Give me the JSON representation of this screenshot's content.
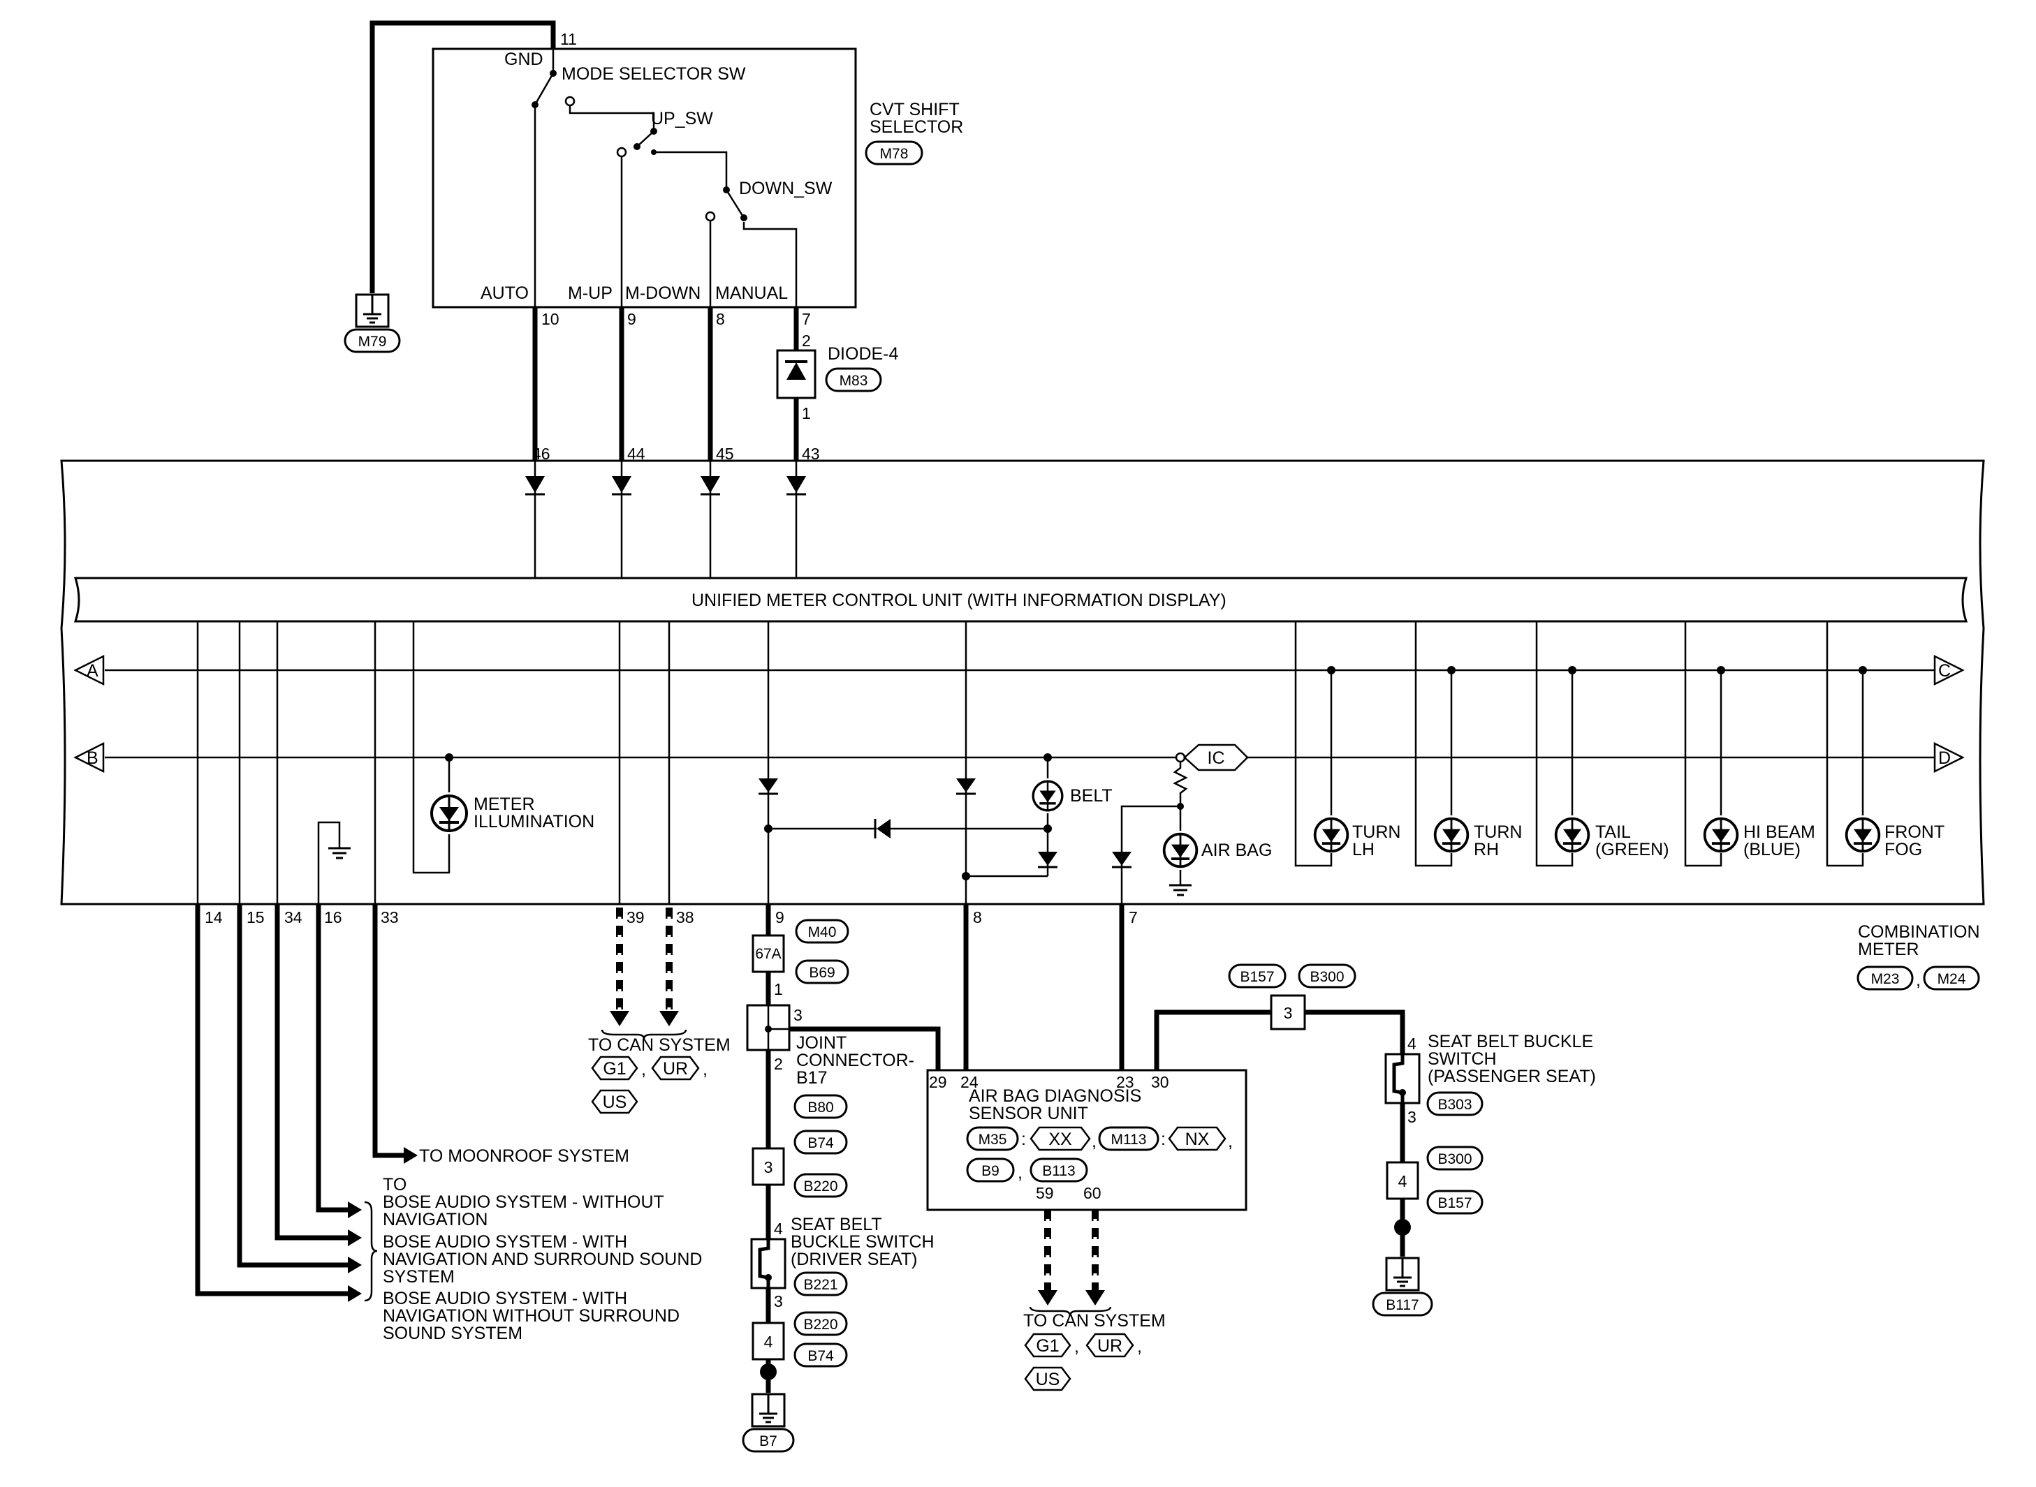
{
  "cvt": {
    "title1": "CVT SHIFT",
    "title2": "SELECTOR",
    "conn": "M78",
    "gnd_label": "GND",
    "mode_sw": "MODE SELECTOR SW",
    "up_sw": "UP_SW",
    "down_sw": "DOWN_SW",
    "auto": "AUTO",
    "mup": "M-UP",
    "mdown": "M-DOWN",
    "manual": "MANUAL",
    "pin11": "11",
    "pin10": "10",
    "pin9": "9",
    "pin8": "8",
    "pin7": "7"
  },
  "ground_m79": "M79",
  "diode4": {
    "label": "DIODE-4",
    "conn": "M83",
    "pin2": "2",
    "pin1": "1"
  },
  "meter_pins_top": {
    "p46": "46",
    "p44": "44",
    "p45": "45",
    "p43": "43"
  },
  "umcu_label": "UNIFIED METER CONTROL UNIT (WITH INFORMATION DISPLAY)",
  "bus": {
    "a": "A",
    "b": "B",
    "c": "C",
    "d": "D",
    "ic": "IC"
  },
  "lamps": {
    "meter1": "METER",
    "meter2": "ILLUMINATION",
    "belt": "BELT",
    "airbag": "AIR BAG",
    "turnlh1": "TURN",
    "turnlh2": "LH",
    "turnrh1": "TURN",
    "turnrh2": "RH",
    "tail1": "TAIL",
    "tail2": "(GREEN)",
    "hibeam1": "HI BEAM",
    "hibeam2": "(BLUE)",
    "fog1": "FRONT",
    "fog2": "FOG"
  },
  "meter_pins_bottom": {
    "p14": "14",
    "p15": "15",
    "p34": "34",
    "p16": "16",
    "p33": "33",
    "p39": "39",
    "p38": "38",
    "p9": "9",
    "p8": "8",
    "p7": "7"
  },
  "combination": {
    "line1": "COMBINATION",
    "line2": "METER",
    "c1": "M23",
    "c2": "M24",
    "sep": ","
  },
  "can1": {
    "label": "TO CAN SYSTEM",
    "g1": "G1",
    "ur": "UR",
    "us": "US",
    "sep": ","
  },
  "can2": {
    "label": "TO CAN SYSTEM",
    "g1": "G1",
    "ur": "UR",
    "us": "US",
    "sep": ","
  },
  "moonroof": "TO MOONROOF SYSTEM",
  "bose": {
    "to": "TO",
    "l1a": "BOSE AUDIO SYSTEM - WITHOUT",
    "l1b": "NAVIGATION",
    "l2a": "BOSE AUDIO SYSTEM - WITH",
    "l2b": "NAVIGATION AND SURROUND SOUND",
    "l2c": "SYSTEM",
    "l3a": "BOSE AUDIO SYSTEM - WITH",
    "l3b": "NAVIGATION WITHOUT SURROUND",
    "l3c": "SOUND SYSTEM"
  },
  "driver_branch": {
    "m40": "M40",
    "b69": "B69",
    "inline": "67A",
    "joint1": "JOINT",
    "joint2": "CONNECTOR-",
    "joint3": "B17",
    "pin1": "1",
    "pin2": "2",
    "pin3": "3",
    "b80": "B80",
    "b74a": "B74",
    "b220a": "B220",
    "box3": "3",
    "sb1": "SEAT BELT",
    "sb2": "BUCKLE SWITCH",
    "sb3": "(DRIVER SEAT)",
    "pin4": "4",
    "pin3b": "3",
    "b221": "B221",
    "b220b": "B220",
    "box4": "4",
    "b74b": "B74",
    "ground": "B7"
  },
  "airbag_unit": {
    "l1": "AIR BAG DIAGNOSIS",
    "l2": "SENSOR UNIT",
    "m35": "M35",
    "xx": "XX",
    "m113": "M113",
    "nx": "NX",
    "b9": "B9",
    "b113": "B113",
    "colon": ":",
    "sep": ",",
    "p29": "29",
    "p24": "24",
    "p23": "23",
    "p30": "30",
    "p59": "59",
    "p60": "60"
  },
  "passenger_branch": {
    "b157a": "B157",
    "b300a": "B300",
    "box3": "3",
    "sb1": "SEAT BELT BUCKLE",
    "sb2": "SWITCH",
    "sb3": "(PASSENGER SEAT)",
    "pin4": "4",
    "pin3": "3",
    "b303": "B303",
    "b300b": "B300",
    "box4": "4",
    "b157b": "B157",
    "ground": "B117"
  }
}
